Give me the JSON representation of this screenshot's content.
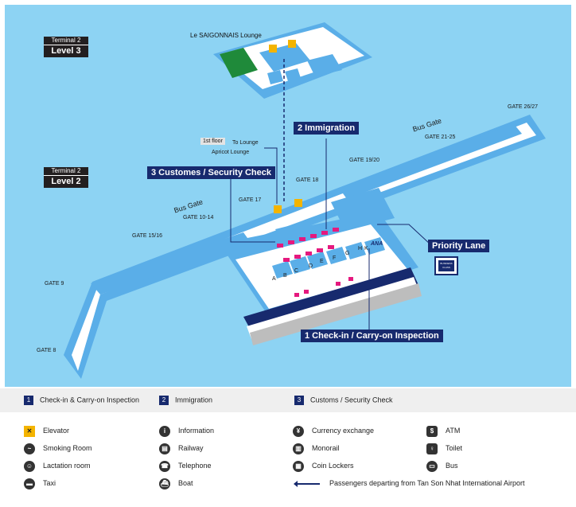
{
  "map": {
    "level3": {
      "terminal": "Terminal 2",
      "level": "Level 3",
      "lounge": "Le SAIGONNAIS Lounge"
    },
    "level2": {
      "terminal": "Terminal 2",
      "level": "Level 2"
    },
    "floor_note": {
      "tag": "1st floor",
      "text1": "To Lounge",
      "text2": "Apricot Lounge"
    },
    "callouts": {
      "immigration": "2 Immigration",
      "security": "3 Customes / Security Check",
      "priority": "Priority Lane",
      "checkin": "1 Check-in / Carry-on Inspection"
    },
    "gates": {
      "g2627": "GATE 26/27",
      "g2125": "GATE 21-25",
      "g1920": "GATE 19/20",
      "g18": "GATE 18",
      "g17": "GATE 17",
      "g1014": "GATE 10-14",
      "g1516": "GATE 15/16",
      "g9": "GATE 9",
      "g8": "GATE 8"
    },
    "bus_gate_right": "Bus Gate",
    "bus_gate_left": "Bus Gate",
    "counters": [
      "A",
      "B",
      "C",
      "D",
      "E",
      "F",
      "G",
      "H",
      "K"
    ],
    "airline_logo": "ANA",
    "priority_icon_text": "BUSINESS CLASS",
    "colors": {
      "water": "#8dd3f3",
      "building": "#ffffff",
      "concourse": "#5aaee8",
      "lounge": "#1f8a3a",
      "navy": "#172a6e",
      "pink": "#e5197e"
    }
  },
  "steps": [
    {
      "num": "1",
      "label": "Check-in & Carry-on Inspection"
    },
    {
      "num": "2",
      "label": "Immigration"
    },
    {
      "num": "3",
      "label": "Customs / Security Check"
    }
  ],
  "legend": {
    "elevator": "Elevator",
    "information": "Information",
    "currency": "Currency exchange",
    "atm": "ATM",
    "smoking": "Smoking Room",
    "railway": "Railway",
    "monorail": "Monorail",
    "toilet": "Toilet",
    "lactation": "Lactation room",
    "telephone": "Telephone",
    "lockers": "Coin Lockers",
    "bus": "Bus",
    "taxi": "Taxi",
    "boat": "Boat",
    "route": "Passengers departing from Tan Son Nhat International Airport"
  }
}
